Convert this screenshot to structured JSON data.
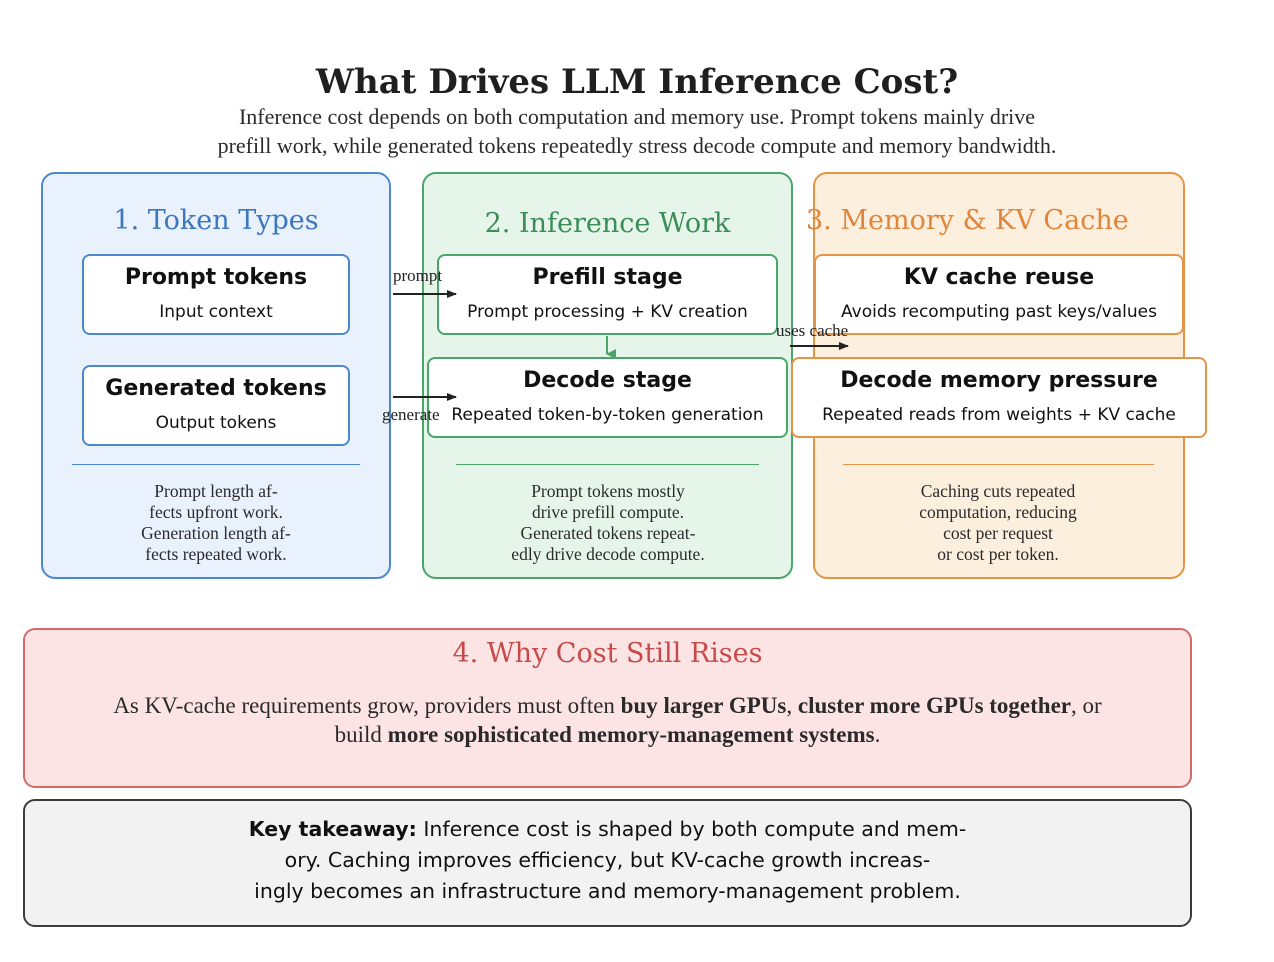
{
  "title": "What Drives LLM Inference Cost?",
  "subtitle_lines": [
    "Inference cost depends on both computation and memory use. Prompt tokens mainly drive",
    "prefill work, while generated tokens repeatedly stress decode compute and memory bandwidth."
  ],
  "panels": {
    "token_types": {
      "title": "1.  Token Types",
      "boxes": {
        "prompt": {
          "title": "Prompt tokens",
          "sub": "Input context"
        },
        "generated": {
          "title": "Generated tokens",
          "sub": "Output tokens"
        }
      },
      "note_lines": [
        "Prompt length af-",
        "fects upfront work.",
        "Generation length af-",
        "fects repeated work."
      ]
    },
    "inference_work": {
      "title": "2.  Inference Work",
      "boxes": {
        "prefill": {
          "title": "Prefill stage",
          "sub": "Prompt processing + KV creation"
        },
        "decode": {
          "title": "Decode stage",
          "sub": "Repeated token-by-token generation"
        }
      },
      "note_lines": [
        "Prompt tokens mostly",
        "drive prefill compute.",
        "Generated tokens repeat-",
        "edly drive decode compute."
      ]
    },
    "memory_kv": {
      "title": "3.  Memory & KV Cache",
      "boxes": {
        "kv_reuse": {
          "title": "KV cache reuse",
          "sub": "Avoids recomputing past keys/values"
        },
        "decode_memory": {
          "title": "Decode memory pressure",
          "sub": "Repeated reads from weights + KV cache"
        }
      },
      "note_lines": [
        "Caching cuts repeated",
        "computation, reducing",
        "cost per request",
        "or cost per token."
      ]
    }
  },
  "edges": {
    "prompt_label": "prompt",
    "generate_label": "generate",
    "uses_cache_label": "uses cache"
  },
  "why": {
    "title": "4.  Why Cost Still Rises",
    "body_segments": [
      {
        "text": "As KV-cache requirements grow, providers must often ",
        "bold": false
      },
      {
        "text": "buy larger GPUs",
        "bold": true
      },
      {
        "text": ", ",
        "bold": false
      },
      {
        "text": "cluster more GPUs together",
        "bold": true
      },
      {
        "text": ", or build ",
        "bold": false
      },
      {
        "text": "more sophisticated memory-management systems",
        "bold": true
      },
      {
        "text": ".",
        "bold": false
      }
    ]
  },
  "takeaway": {
    "label": "Key takeaway:",
    "lines": [
      " Inference cost is shaped by both compute and mem-",
      "ory. Caching improves efficiency, but KV-cache growth increas-",
      "ingly becomes an infrastructure and memory-management problem."
    ]
  },
  "colors": {
    "blue": "#4d88cf",
    "green": "#4ba56a",
    "orange": "#e39447",
    "red": "#d26a6a"
  }
}
